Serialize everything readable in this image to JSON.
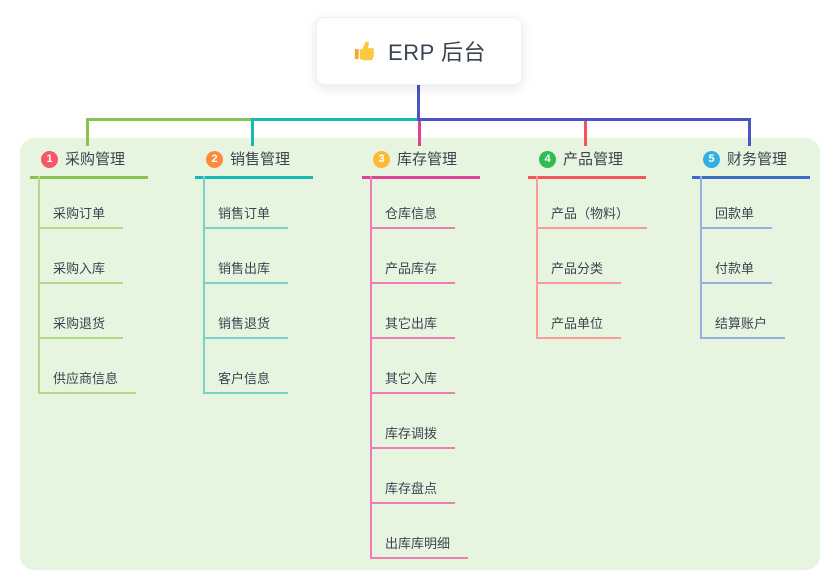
{
  "root": {
    "label": "ERP 后台",
    "icon": "thumbs-up-icon"
  },
  "canvas": {
    "background": "#ffffff",
    "panel_color": "#e7f4df",
    "text_color": "#3d4450",
    "trunk_color": "#4a54c4"
  },
  "bus_segments": [
    {
      "color": "#8ac150"
    },
    {
      "color": "#18b8b4"
    },
    {
      "color": "#4a54c4"
    }
  ],
  "branches": [
    {
      "number": "1",
      "label": "采购管理",
      "badge_color": "#f8566c",
      "line_color": "#8ac150",
      "child_line_color": "#b3d989",
      "drop_color": "#8ac150",
      "children": [
        "采购订单",
        "采购入库",
        "采购退货",
        "供应商信息"
      ]
    },
    {
      "number": "2",
      "label": "销售管理",
      "badge_color": "#ff8a3d",
      "line_color": "#18b8b4",
      "child_line_color": "#7dcfcc",
      "drop_color": "#18b8b4",
      "children": [
        "销售订单",
        "销售出库",
        "销售退货",
        "客户信息"
      ]
    },
    {
      "number": "3",
      "label": "库存管理",
      "badge_color": "#ffb937",
      "line_color": "#dc4497",
      "child_line_color": "#ef7db5",
      "drop_color": "#dc4497",
      "children": [
        "仓库信息",
        "产品库存",
        "其它出库",
        "其它入库",
        "库存调拨",
        "库存盘点",
        "出库库明细"
      ]
    },
    {
      "number": "4",
      "label": "产品管理",
      "badge_color": "#2ebd4e",
      "line_color": "#f4555a",
      "child_line_color": "#f99d9a",
      "drop_color": "#f4555a",
      "children": [
        "产品（物料）",
        "产品分类",
        "产品单位"
      ]
    },
    {
      "number": "5",
      "label": "财务管理",
      "badge_color": "#31aee3",
      "line_color": "#4269c9",
      "child_line_color": "#94afe0",
      "drop_color": "#4a54c4",
      "children": [
        "回款单",
        "付款单",
        "结算账户"
      ]
    }
  ]
}
